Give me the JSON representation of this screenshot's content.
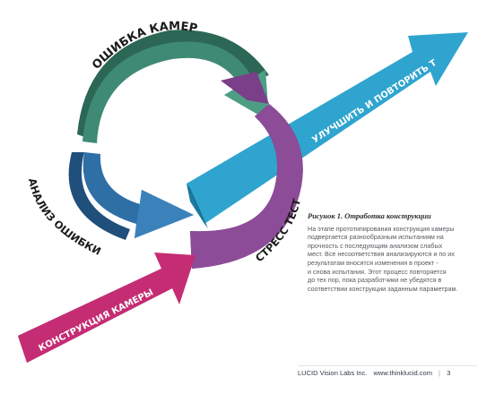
{
  "diagram": {
    "labels": {
      "camera_error": "ОШИБКА КАМЕРЫ",
      "error_analysis": "АНАЛИЗ ОШИБКИ",
      "stress_test": "СТРЕСС ТЕСТ",
      "improve_retest": "УЛУЧШИТЬ И ПОВТОРИТЬ ТЕСТ",
      "camera_design": "КОНСТРУКЦИЯ КАМЕРЫ"
    },
    "colors": {
      "teal": "#3f8a74",
      "teal_dark": "#2c6655",
      "blue": "#2e6fa6",
      "blue_dark": "#1f4f7a",
      "purple": "#8e4e9a",
      "purple_dark": "#5e2f6c",
      "cyan": "#2fa4cf",
      "cyan_dark": "#1d7aa0",
      "magenta": "#c42d74",
      "magenta_dark": "#8e1b52"
    }
  },
  "caption": {
    "title": "Рисунок 1. Отработка конструкции",
    "lines": [
      "На этапе прототипирования конструкция камеры",
      "подвергается разнообразным испытаниям на",
      "прочность с последующим анализом слабых",
      "мест. Все несоответствия анализируются и по их",
      "результатам вносятся изменения в проект -",
      "и снова испытания. Этот процесс повторяется",
      "до тех пор, пока разработчики не убедятся в",
      "соответствии конструкции заданным параметрам."
    ]
  },
  "footer": {
    "company": "LUCID Vision Labs Inc.",
    "website": "www.thinklucid.com",
    "separator": "|",
    "page": "3"
  }
}
